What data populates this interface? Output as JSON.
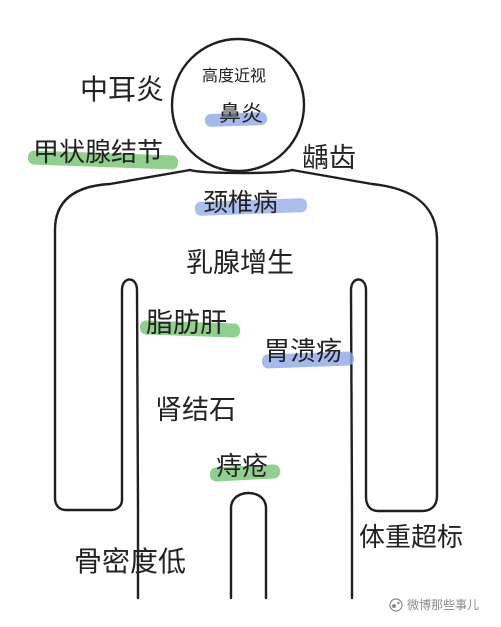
{
  "labels": {
    "myopia": "高度近视",
    "rhinitis": "鼻炎",
    "otitis": "中耳炎",
    "thyroid": "甲状腺结节",
    "caries": "龋齿",
    "cervical": "颈椎病",
    "breast": "乳腺增生",
    "fatty_liver": "脂肪肝",
    "ulcer": "胃溃疡",
    "kidney_stone": "肾结石",
    "hemorrhoids": "痔疮",
    "osteoporosis": "骨密度低",
    "overweight": "体重超标"
  },
  "watermark": {
    "text": "微博那些事儿",
    "icon": "weibo-icon"
  },
  "colors": {
    "outline": "#1f1f1f",
    "highlight_blue": "#8fa8e6",
    "highlight_green": "#7cc77a",
    "text": "#222222",
    "watermark": "#8a8a8a"
  }
}
